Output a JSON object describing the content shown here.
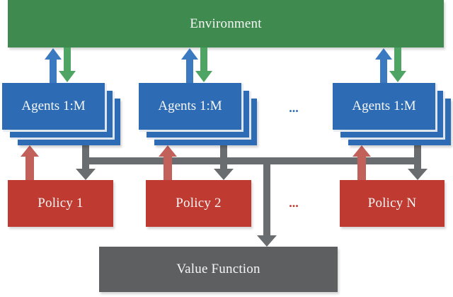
{
  "colors": {
    "env": "#3e8a4f",
    "agent": "#2d6cb4",
    "policy": "#bf3a30",
    "connector": "#6a6d6f",
    "vf": "#5d5f61",
    "arrow_blue": "#3b7ac0",
    "arrow_green": "#4da463",
    "arrow_red": "#c2605a",
    "text": "#f7f7f7"
  },
  "environment": {
    "label": "Environment"
  },
  "agents": {
    "items": [
      {
        "label": "Agents 1:M"
      },
      {
        "label": "Agents 1:M"
      },
      {
        "label": "Agents 1:M"
      }
    ],
    "ellipsis": "..."
  },
  "policies": {
    "items": [
      {
        "label": "Policy 1"
      },
      {
        "label": "Policy 2"
      },
      {
        "label": "Policy N"
      }
    ],
    "ellipsis": "..."
  },
  "value_function": {
    "label": "Value Function"
  }
}
